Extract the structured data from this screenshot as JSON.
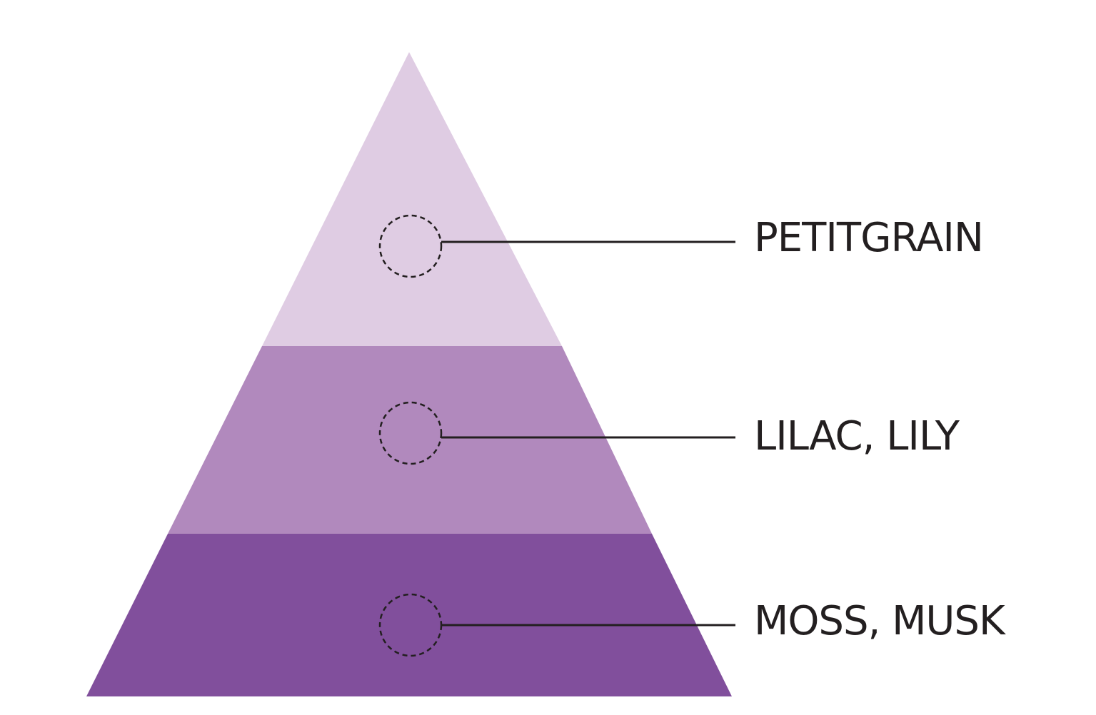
{
  "tiers": [
    {
      "key": "top",
      "label": "PETITGRAIN",
      "color": "#dfcce3"
    },
    {
      "key": "middle",
      "label": "LILAC, LILY",
      "color": "#b189bd"
    },
    {
      "key": "base",
      "label": "MOSS, MUSK",
      "color": "#814f9c"
    }
  ],
  "line_color": "#231f20",
  "background": "#ffffff"
}
